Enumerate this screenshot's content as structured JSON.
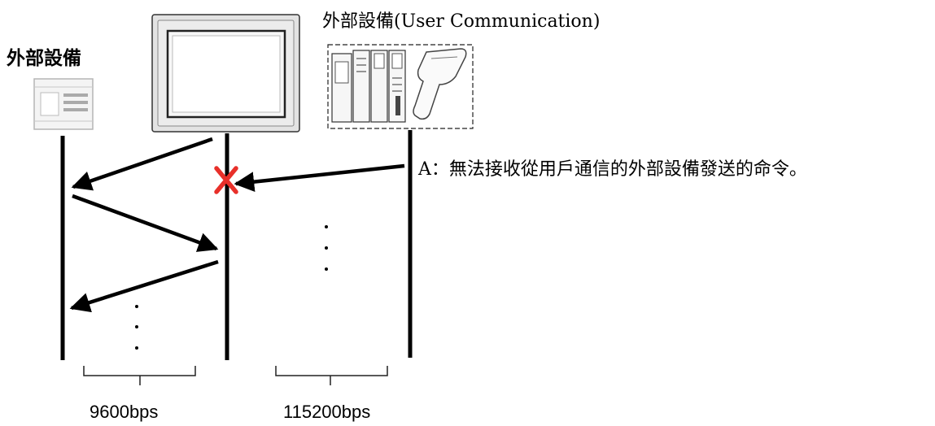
{
  "labels": {
    "device_left": "外部設備",
    "device_user": "外部設備(User Communication)",
    "note_a": "A：無法接收從用戶通信的外部設備發送的命令。",
    "rate_left": "9600bps",
    "rate_right": "115200bps"
  },
  "icons": {
    "device_left": "plc-unit-icon",
    "hmi": "touch-panel-display-icon",
    "user_devices": "plc-rack-and-barcode-scanner-icon",
    "blocked": "red-x-cross-icon"
  },
  "colors": {
    "line": "#000000",
    "blocked": "#e8302a"
  }
}
